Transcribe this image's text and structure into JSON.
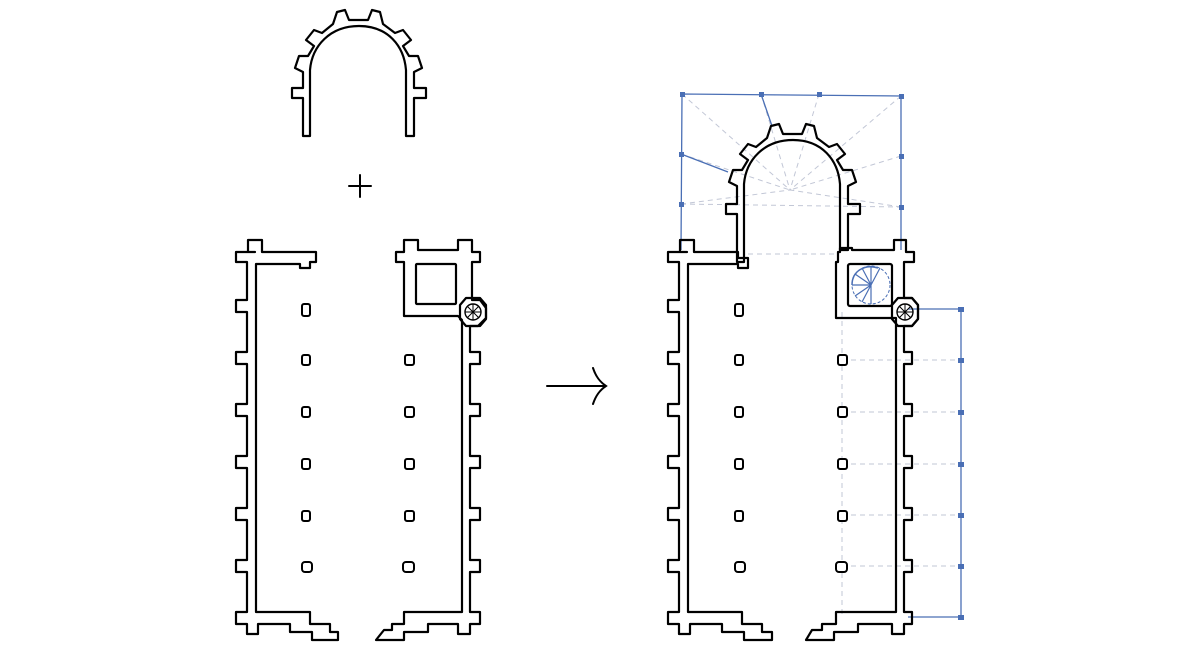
{
  "figure": {
    "parts": [
      "apse-fragment",
      "nave-fragment",
      "assembled-plan"
    ],
    "operator": "plus",
    "result": "right-arrow",
    "pier_rows": 6
  },
  "colors": {
    "ink": "#000000",
    "guide": "#4a6fb5",
    "dash": "#c2c7d6",
    "background": "#ffffff"
  }
}
